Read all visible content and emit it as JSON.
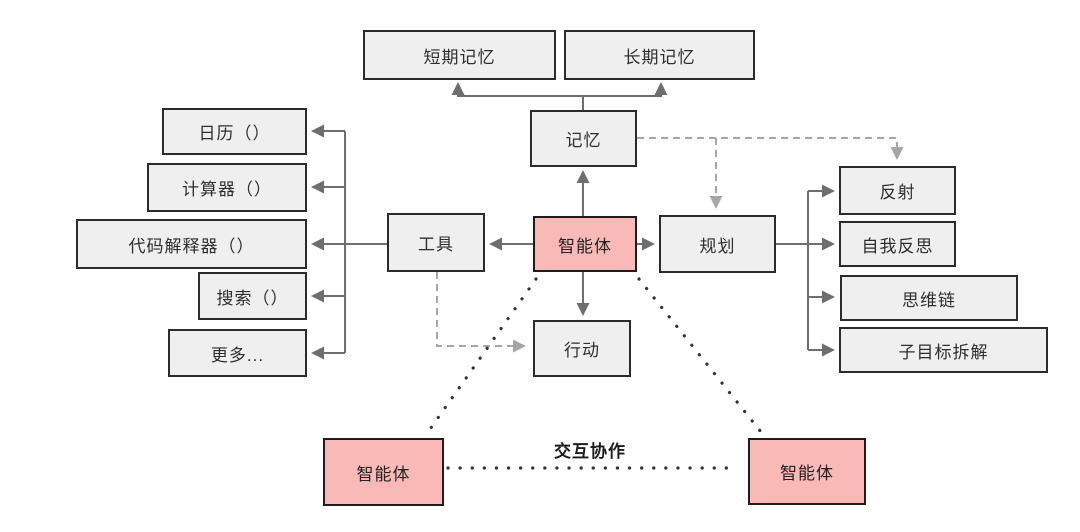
{
  "diagram_title": "agent-architecture-diagram",
  "colors": {
    "box_fill": "#efefef",
    "box_border": "#2b2b2b",
    "agent_fill": "#f9b9b6",
    "agent_border": "#1d1d1d",
    "connector": "#6e6e6e",
    "dashed": "#a6a6a6",
    "dotted": "#333333",
    "text": "#2e2e2e",
    "background": "#ffffff"
  },
  "nodes": {
    "short_term_memory": "短期记忆",
    "long_term_memory": "长期记忆",
    "memory": "记忆",
    "calendar": "日历（）",
    "calculator": "计算器（）",
    "code_interpreter": "代码解释器（）",
    "search": "搜索（）",
    "more": "更多...",
    "tools": "工具",
    "agent_center": "智能体",
    "planning": "规划",
    "action": "行动",
    "reflection": "反射",
    "self_reflection": "自我反思",
    "chain_of_thought": "思维链",
    "subgoal_decomposition": "子目标拆解",
    "agent_left": "智能体",
    "agent_right": "智能体"
  },
  "labels": {
    "collaboration": "交互协作"
  }
}
